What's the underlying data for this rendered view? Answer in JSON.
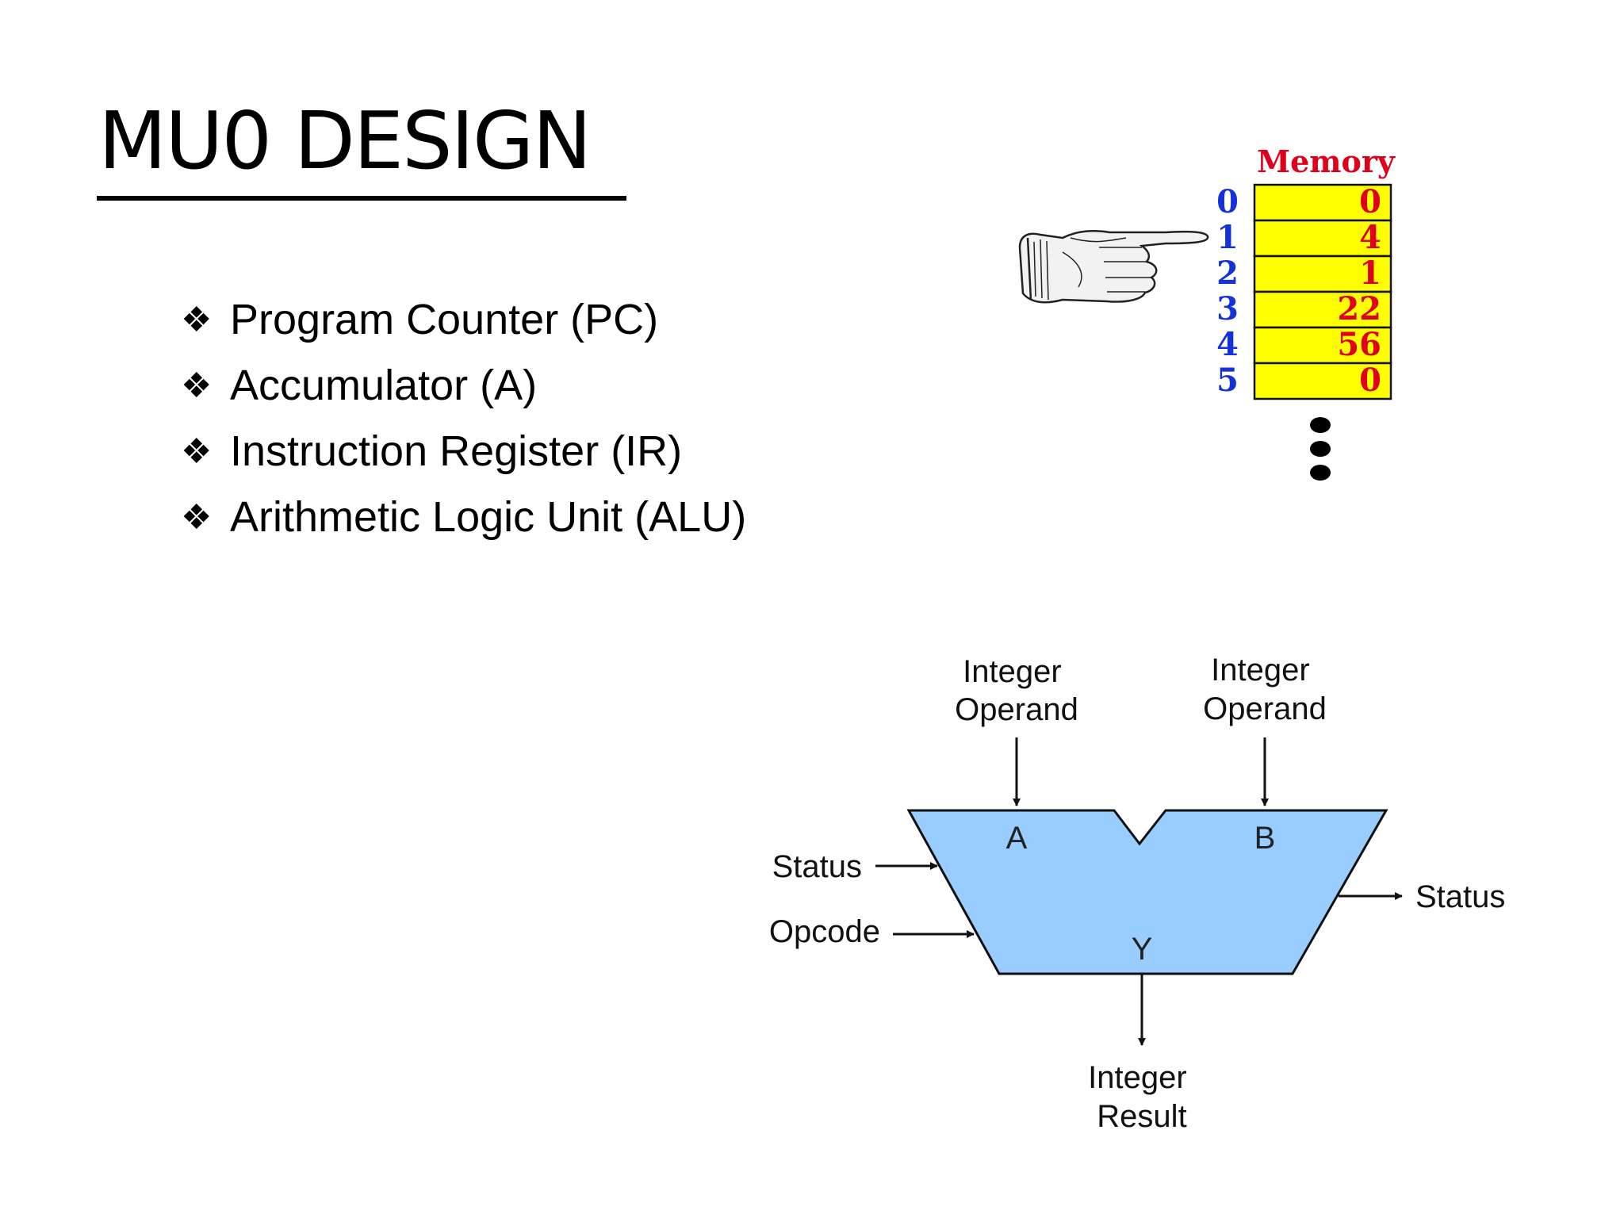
{
  "title": "MU0 DESIGN",
  "bullets": [
    "Program Counter (PC)",
    "Accumulator (A)",
    "Instruction Register (IR)",
    "Arithmetic Logic Unit (ALU)"
  ],
  "bullet_marker": "❖",
  "memory": {
    "title": "Memory",
    "pointer_icon": "pointing-hand-icon",
    "pointed_address": "1",
    "rows": [
      {
        "addr": "0",
        "value": "0"
      },
      {
        "addr": "1",
        "value": "4"
      },
      {
        "addr": "2",
        "value": "1"
      },
      {
        "addr": "3",
        "value": "22"
      },
      {
        "addr": "4",
        "value": "56"
      },
      {
        "addr": "5",
        "value": "0"
      }
    ],
    "colors": {
      "cell_fill": "#ffff00",
      "addr": "#1432d8",
      "value": "#e0001b"
    }
  },
  "alu": {
    "operand_a_label": [
      "Integer",
      "Operand"
    ],
    "operand_b_label": [
      "Integer",
      "Operand"
    ],
    "port_a": "A",
    "port_b": "B",
    "port_y": "Y",
    "status_in": "Status",
    "opcode_in": "Opcode",
    "status_out": "Status",
    "result_label": [
      "Integer",
      "Result"
    ],
    "colors": {
      "body_fill": "#99ccff"
    }
  }
}
